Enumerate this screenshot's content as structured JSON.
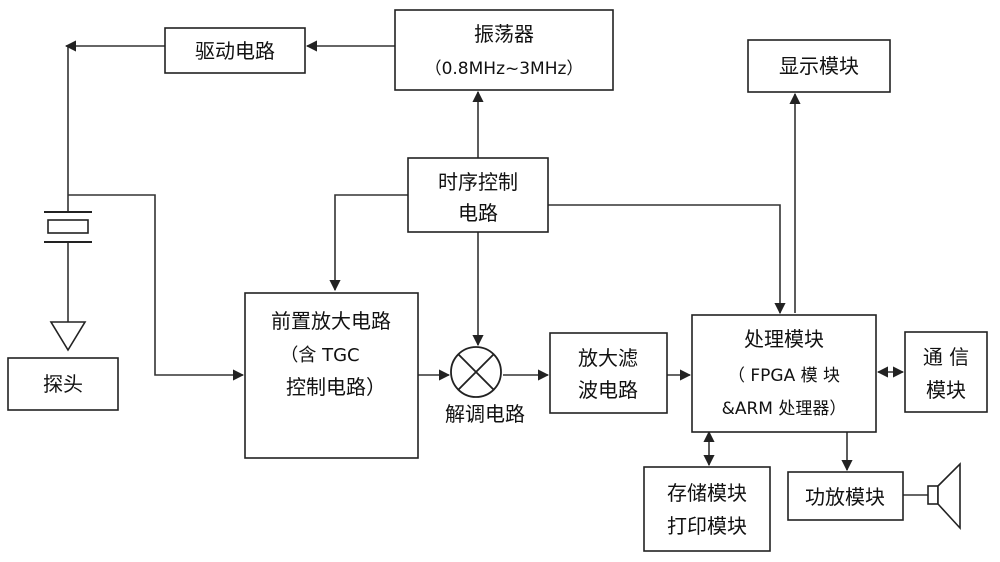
{
  "blocks": {
    "drive": "驱动电路",
    "oscillator": {
      "name": "振荡器",
      "freq": "（0.8MHz~3MHz）"
    },
    "display": "显示模块",
    "timing": {
      "line1": "时序控制",
      "line2": "电路"
    },
    "preamp": {
      "line1": "前置放大电路",
      "line2": "（含 TGC",
      "line3": "控制电路）"
    },
    "demod": "解调电路",
    "filter": {
      "line1": "放大滤",
      "line2": "波电路"
    },
    "processor": {
      "line1": "处理模块",
      "line2": "（ FPGA 模 块",
      "line3": "&ARM 处理器）"
    },
    "comm": {
      "line1": "通 信",
      "line2": "模块"
    },
    "storage": {
      "line1": "存储模块",
      "line2": "打印模块"
    },
    "amp": "功放模块",
    "probe": "探头"
  }
}
